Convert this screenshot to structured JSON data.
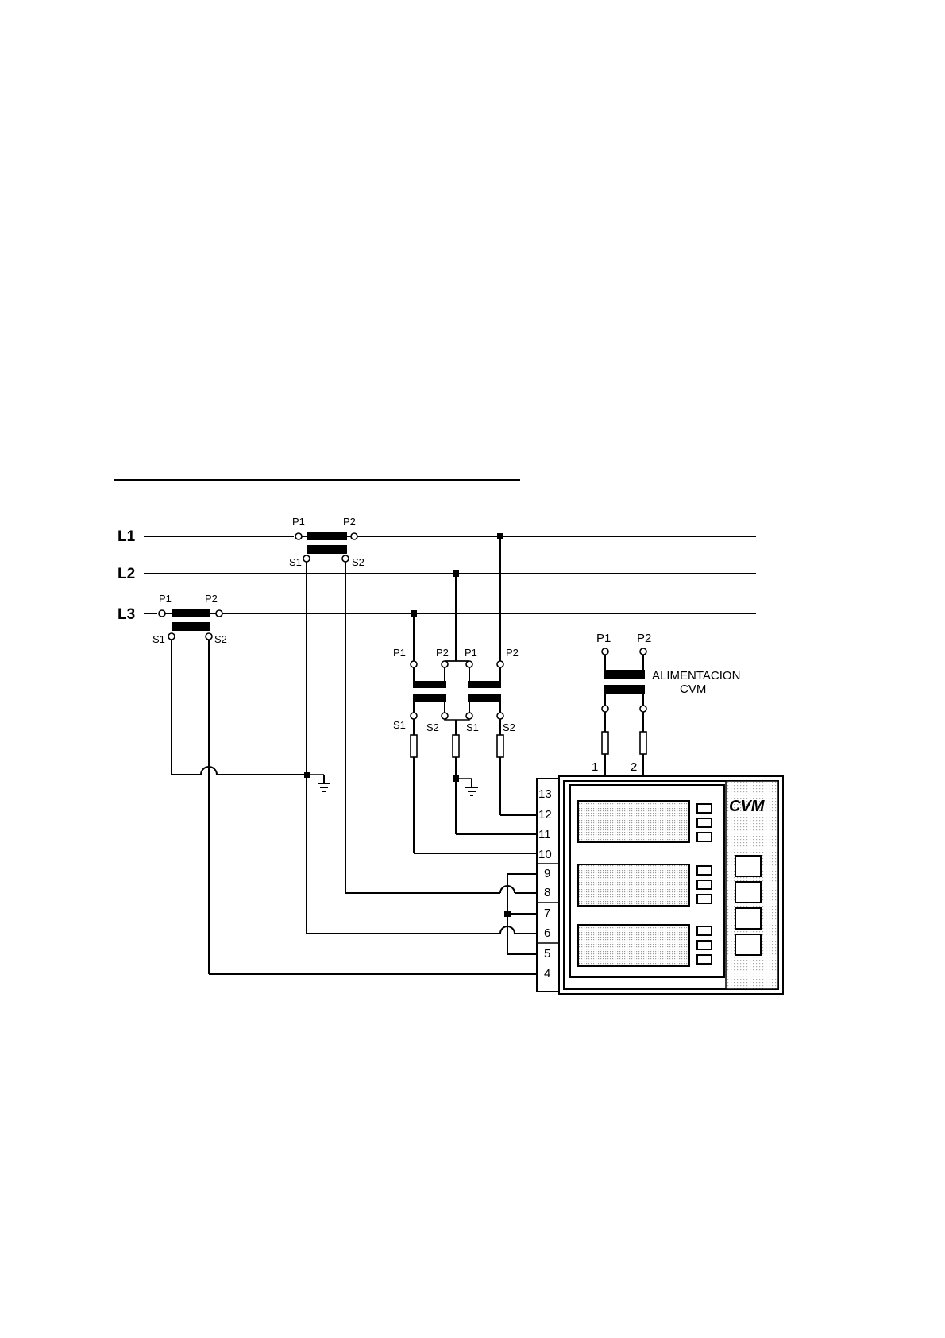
{
  "lines": {
    "l1": "L1",
    "l2": "L2",
    "l3": "L3"
  },
  "terminals": {
    "p1": "P1",
    "p2": "P2",
    "s1": "S1",
    "s2": "S2"
  },
  "supply": {
    "label_line1": "ALIMENTACION",
    "label_line2": "CVM",
    "pin1": "1",
    "pin2": "2"
  },
  "terminal_block": [
    "13",
    "12",
    "11",
    "10",
    "9",
    "8",
    "7",
    "6",
    "5",
    "4"
  ],
  "device": {
    "brand": "CVM"
  }
}
